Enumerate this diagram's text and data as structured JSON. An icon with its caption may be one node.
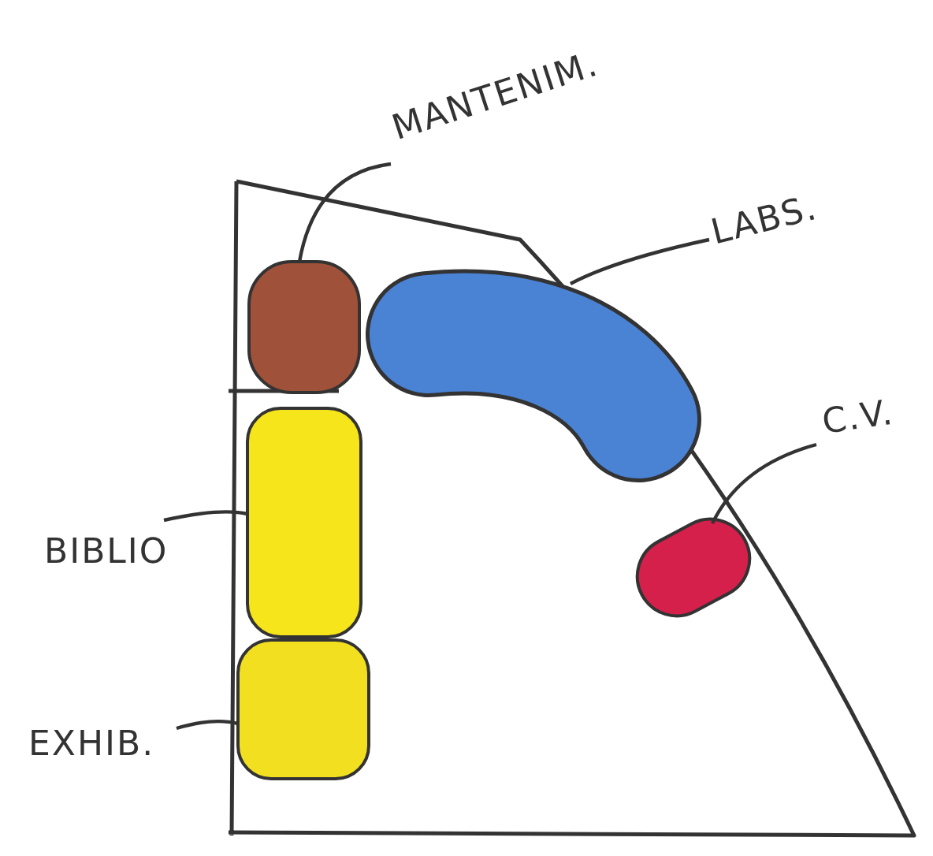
{
  "diagram": {
    "nodes": [
      {
        "text": [
          "MANTENIM."
        ]
      },
      {
        "text": [
          "LABS."
        ]
      },
      {
        "text": [
          "C.V."
        ]
      },
      {
        "text": [
          "BIBLIO"
        ]
      },
      {
        "text": [
          "EXHIB."
        ]
      },
      {
        "text": [],
        "shape": "box"
      },
      {
        "text": [],
        "shape": "bar"
      },
      {
        "text": [],
        "shape": "box"
      },
      {
        "text": [],
        "shape": "box"
      },
      {
        "text": [],
        "shape": "box"
      }
    ],
    "edges": [
      {
        "from": 0,
        "to": 5,
        "arrow": "none"
      },
      {
        "from": 1,
        "to": 6,
        "arrow": "none"
      },
      {
        "from": 2,
        "to": 7,
        "arrow": "none"
      },
      {
        "from": 3,
        "to": 8,
        "arrow": "none"
      },
      {
        "from": 4,
        "to": 9,
        "arrow": "none"
      }
    ]
  }
}
